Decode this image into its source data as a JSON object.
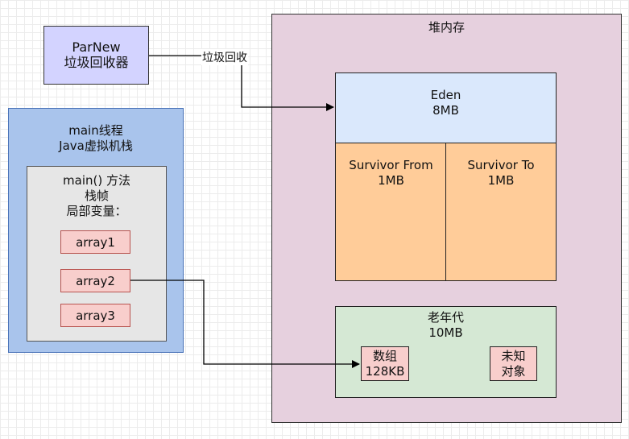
{
  "parnew": {
    "label": "ParNew\n垃圾回收器"
  },
  "gc_edge": {
    "label": "垃圾回收"
  },
  "stack": {
    "title": "main线程\nJava虚拟机栈",
    "frame": {
      "title": "main() 方法\n栈帧\n局部变量：",
      "variables": [
        "array1",
        "array2",
        "array3"
      ]
    }
  },
  "heap": {
    "title": "堆内存",
    "eden": {
      "label": "Eden\n8MB"
    },
    "survivor_from": {
      "label": "Survivor From\n1MB"
    },
    "survivor_to": {
      "label": "Survivor To\n1MB"
    },
    "old_gen": {
      "label": "老年代\n10MB",
      "objects": [
        "数组\n128KB",
        "未知\n对象"
      ]
    }
  },
  "colors": {
    "parnew_fill": "#d3d3ff",
    "stack_fill": "#a9c4ec",
    "frame_fill": "#e6e6e6",
    "variable_fill": "#f8cecc",
    "heap_fill": "#e6d0de",
    "eden_fill": "#dae8fc",
    "survivor_fill": "#ffcc99",
    "old_gen_fill": "#d5e8d4"
  }
}
